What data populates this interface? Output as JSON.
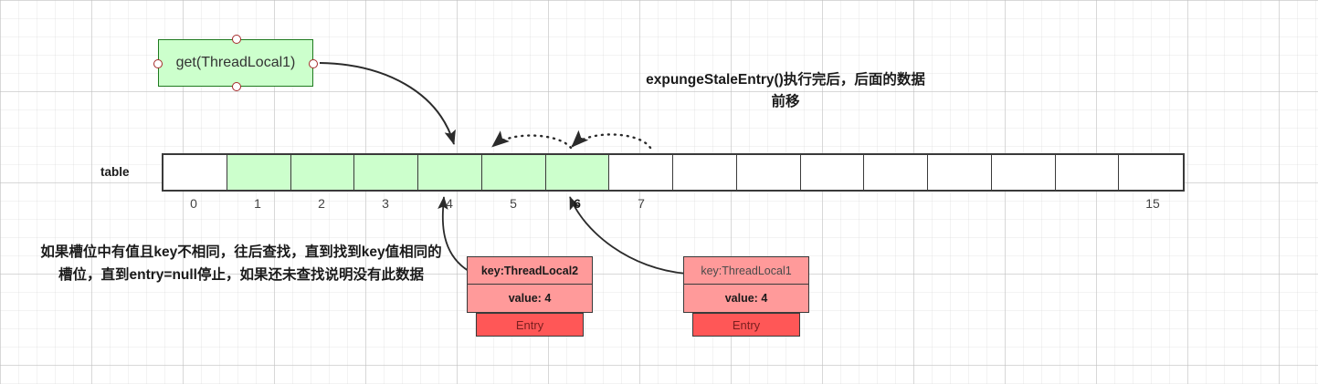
{
  "diagram": {
    "headline_note": "expungeStaleEntry()执行完后，后面的数据前移",
    "explanation_note": "如果槽位中有值且key不相同，往后查找，直到找到key值相同的槽位，直到entry=null停止，如果还未查找说明没有此数据",
    "colors": {
      "cell_filled": "#ccffcc",
      "cell_empty": "#ffffff",
      "node_fill": "#ccffcc",
      "node_border": "#1f7a1f",
      "entry_kv_fill": "#ff9a9a",
      "entry_foot_fill": "#ff5757",
      "handle_border": "#a52a2a",
      "stroke": "#3a3a3a"
    }
  },
  "get_node": {
    "label": "get(ThreadLocal1)"
  },
  "table": {
    "label": "table",
    "cell_count": 16,
    "filled_indices": [
      1,
      2,
      3,
      4,
      5,
      6
    ],
    "index_labels": [
      {
        "index": 0,
        "text": "0",
        "bold": false
      },
      {
        "index": 1,
        "text": "1",
        "bold": false
      },
      {
        "index": 2,
        "text": "2",
        "bold": false
      },
      {
        "index": 3,
        "text": "3",
        "bold": false
      },
      {
        "index": 4,
        "text": "4",
        "bold": false
      },
      {
        "index": 5,
        "text": "5",
        "bold": false
      },
      {
        "index": 6,
        "text": "6",
        "bold": true
      },
      {
        "index": 7,
        "text": "7",
        "bold": false
      },
      {
        "index": 15,
        "text": "15",
        "bold": false
      }
    ]
  },
  "entries": [
    {
      "id": "entry-left",
      "key_label": "key:ThreadLocal2",
      "key_bold": true,
      "value_label": "value: 4",
      "footer_label": "Entry",
      "points_to_index": 4
    },
    {
      "id": "entry-right",
      "key_label": "key:ThreadLocal1",
      "key_bold": false,
      "value_label": "value: 4",
      "footer_label": "Entry",
      "points_to_index": 6
    }
  ],
  "shift_arrows": [
    {
      "from_index": 6,
      "to_index": 5,
      "style": "dotted"
    },
    {
      "from_index": 7,
      "to_index": 6,
      "style": "dotted"
    }
  ]
}
